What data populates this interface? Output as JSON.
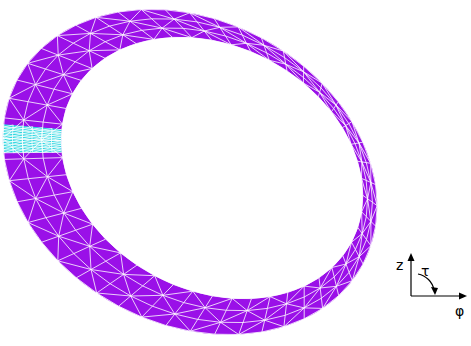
{
  "diagram": {
    "labels": [
      "z",
      "τ",
      "φ"
    ]
  }
}
